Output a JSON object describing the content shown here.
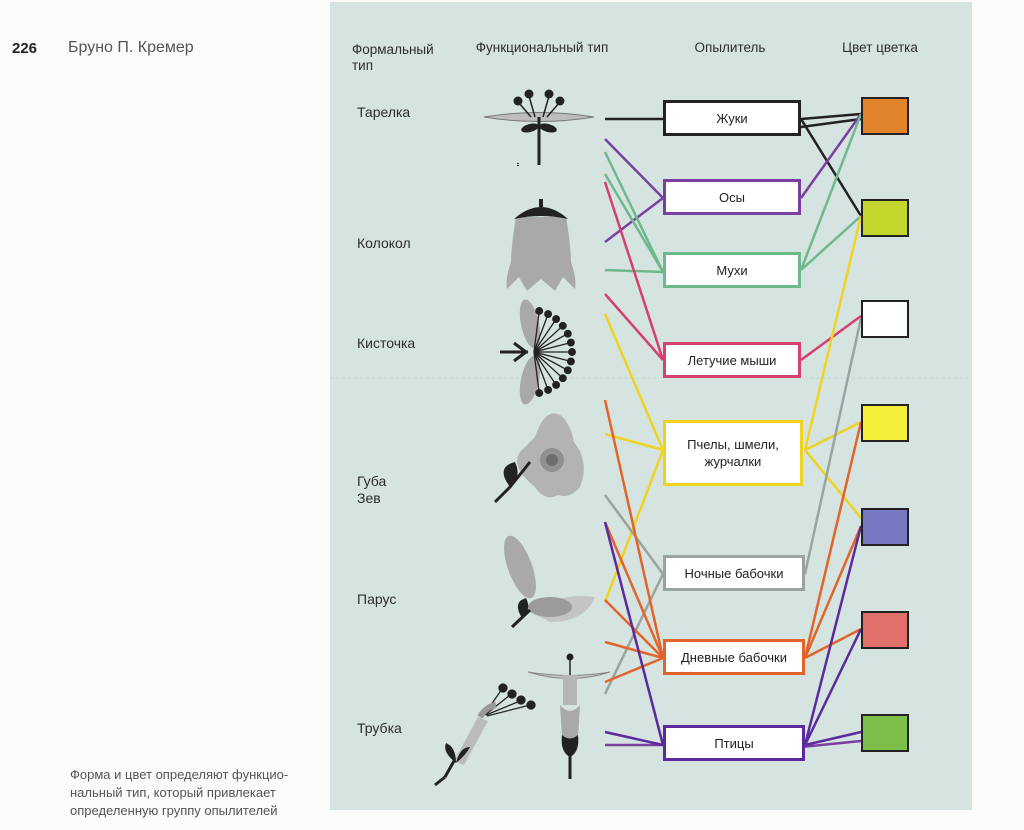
{
  "page": {
    "number": "226",
    "author": "Бруно П. Кремер"
  },
  "headers": {
    "formal_type": "Формальный тип",
    "functional_type": "Функциональный тип",
    "pollinator": "Опылитель",
    "flower_color": "Цвет цветка"
  },
  "formal_types": [
    "Тарелка",
    "Колокол",
    "Кисточка",
    "Губа\nЗев",
    "Парус",
    "Трубка"
  ],
  "functional_type_icons": [
    "plate-flower-icon",
    "bell-flower-icon",
    "brush-flower-icon",
    "lip-flower-icon",
    "sail-flower-icon",
    "tube-flower-icon"
  ],
  "pollinators": [
    {
      "label": "Жуки",
      "border": "#222222"
    },
    {
      "label": "Осы",
      "border": "#7a3fa0"
    },
    {
      "label": "Мухи",
      "border": "#6fb88c"
    },
    {
      "label": "Летучие мыши",
      "border": "#d63f6e"
    },
    {
      "label": "Пчелы, шмели,\nжурчалки",
      "border": "#f0d321"
    },
    {
      "label": "Ночные бабочки",
      "border": "#9aa39e"
    },
    {
      "label": "Дневные бабочки",
      "border": "#e2642a"
    },
    {
      "label": "Птицы",
      "border": "#5b2a9c"
    }
  ],
  "flower_colors": [
    {
      "name": "orange",
      "hex": "#e0832b"
    },
    {
      "name": "yellow-green",
      "hex": "#c3d72c"
    },
    {
      "name": "white",
      "hex": "#ffffff"
    },
    {
      "name": "yellow",
      "hex": "#f5ef3a"
    },
    {
      "name": "blue",
      "hex": "#7579c2"
    },
    {
      "name": "red",
      "hex": "#e2706a"
    },
    {
      "name": "green",
      "hex": "#7cc04a"
    }
  ],
  "caption": "Форма и цвет определяют функцио-\nнальный тип, который привлекает\nопределенную группу опылителей"
}
